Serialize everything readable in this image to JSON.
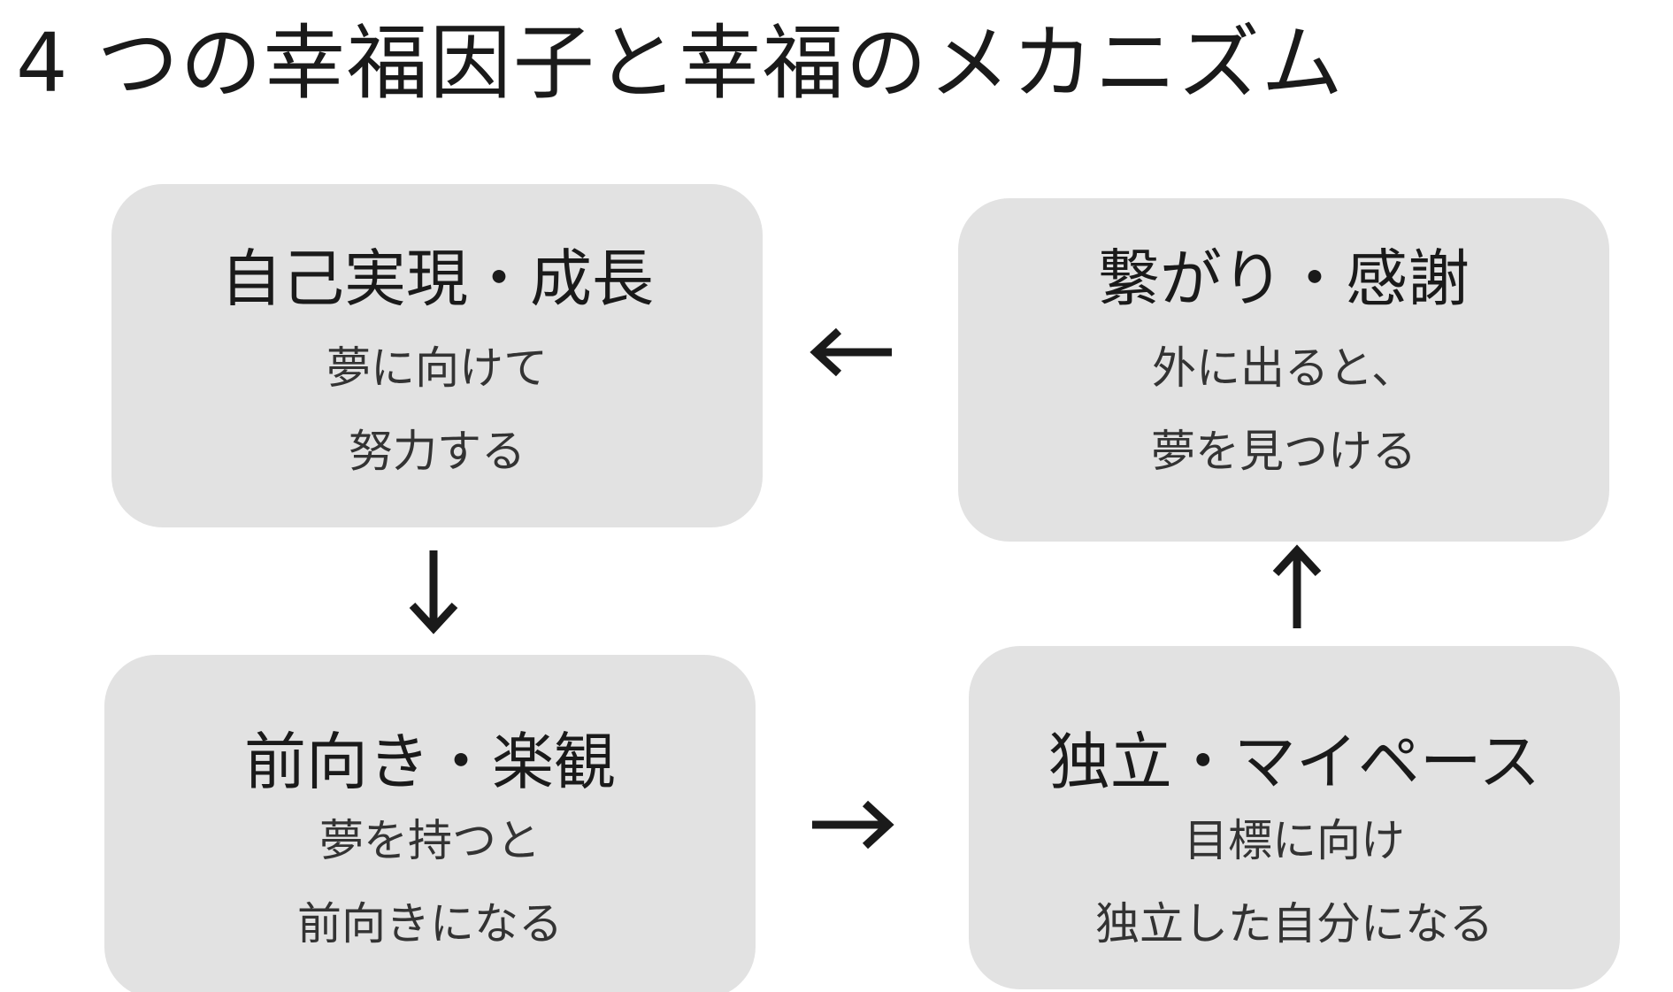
{
  "title": "4 つの幸福因子と幸福のメカニズム",
  "boxes": {
    "self_realization": {
      "heading": "自己実現・成長",
      "line1": "夢に向けて",
      "line2": "努力する"
    },
    "connection": {
      "heading": "繋がり・感謝",
      "line1": "外に出ると、",
      "line2": "夢を見つける"
    },
    "optimism": {
      "heading": "前向き・楽観",
      "line1": "夢を持つと",
      "line2": "前向きになる"
    },
    "independence": {
      "heading": "独立・マイペース",
      "line1": "目標に向け",
      "line2": "独立した自分になる"
    }
  },
  "colors": {
    "box_fill": "#e2e2e2",
    "text": "#1a1a1a",
    "arrow": "#1a1a1a"
  },
  "icons": {
    "arrow_left": "arrow-left-icon",
    "arrow_down": "arrow-down-icon",
    "arrow_right": "arrow-right-icon",
    "arrow_up": "arrow-up-icon"
  }
}
